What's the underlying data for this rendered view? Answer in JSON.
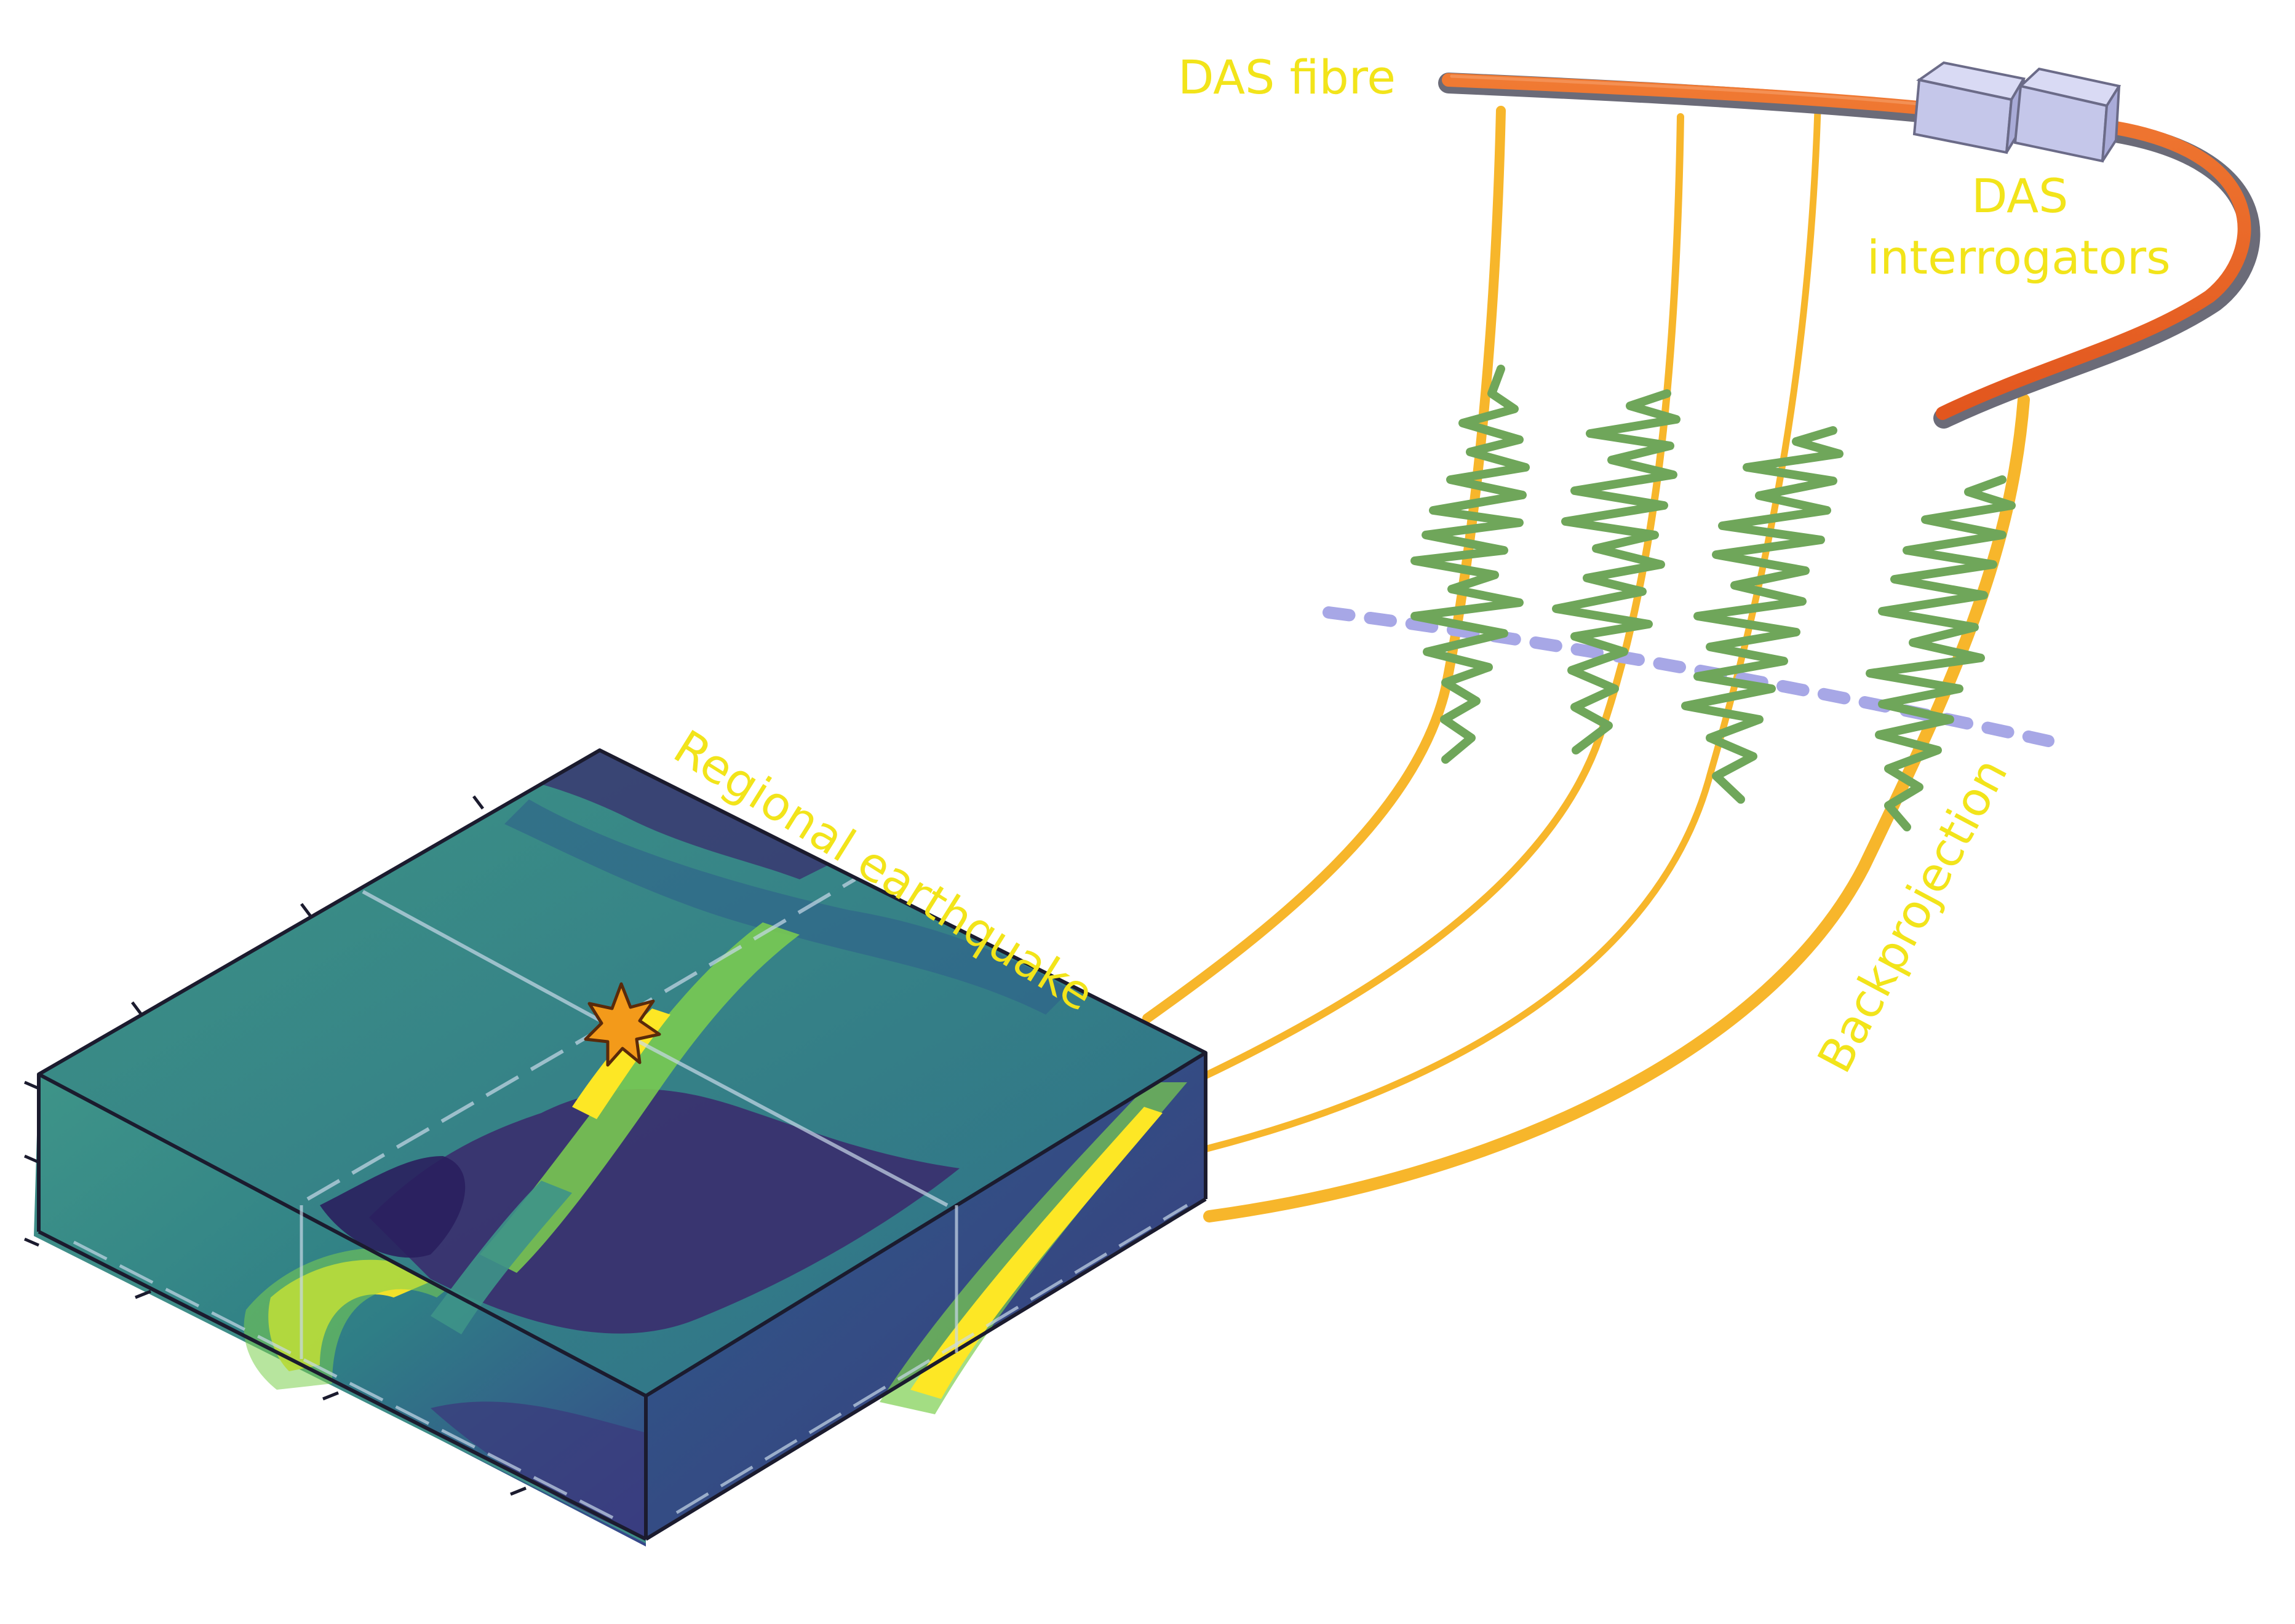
{
  "labels": {
    "das_fibre": "DAS fibre",
    "das_interrogators_line1": "DAS",
    "das_interrogators_line2": "interrogators",
    "regional_earthquake": "Regional earthquake",
    "backprojection": "Backprojection"
  },
  "colors": {
    "label_yellow": "#f2e41a",
    "ray_orange": "#f7b62b",
    "waveform_green": "#6fa65a",
    "fibre_orange": "#ef6a2a",
    "fibre_grey": "#6b6b78",
    "interrogator_lavender": "#c5c7ea",
    "dashed_lavender": "#a7a7e6",
    "viridis_dark": "#3a2e6e",
    "viridis_mid": "#2f8f8a",
    "viridis_light": "#fde725",
    "star_orange": "#f39a1a"
  },
  "icons": {
    "event": "star-burst-icon",
    "interrogator": "box-icon"
  }
}
